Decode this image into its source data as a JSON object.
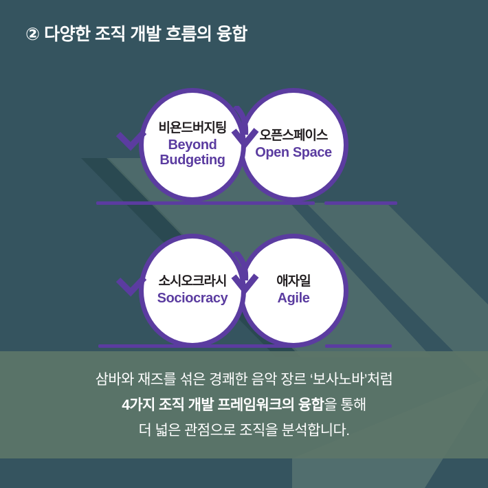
{
  "title": "② 다양한 조직 개발 흐름의 융합",
  "colors": {
    "background_teal": "#35545F",
    "band_sage": "#5D7568",
    "accent_purple": "#5B3CA0",
    "circle_korean_text": "#221E20",
    "caption_text": "#FFFFFF",
    "circle_fill": "#FFFFFF"
  },
  "icons": {
    "row1_left_arrow": "arrow-down-left",
    "row1_merge_arrow": "arrow-down",
    "row2_left_arrow": "arrow-down-left",
    "row2_merge_arrow": "arrow-down"
  },
  "diagram": {
    "rows": [
      {
        "circles": [
          {
            "korean": "비욘드버지팅",
            "english": "Beyond\nBudgeting"
          },
          {
            "korean": "오픈스페이스",
            "english": "Open Space"
          }
        ]
      },
      {
        "circles": [
          {
            "korean": "소시오크라시",
            "english": "Sociocracy"
          },
          {
            "korean": "애자일",
            "english": "Agile"
          }
        ]
      }
    ]
  },
  "caption": {
    "line1": "삼바와 재즈를 섞은 경쾌한 음악 장르 ‘보사노바’처럼",
    "line2_bold": "4가지 조직 개발 프레임워크의 융합",
    "line2_regular": "을 통해",
    "line3": "더 넓은 관점으로 조직을 분석합니다."
  }
}
